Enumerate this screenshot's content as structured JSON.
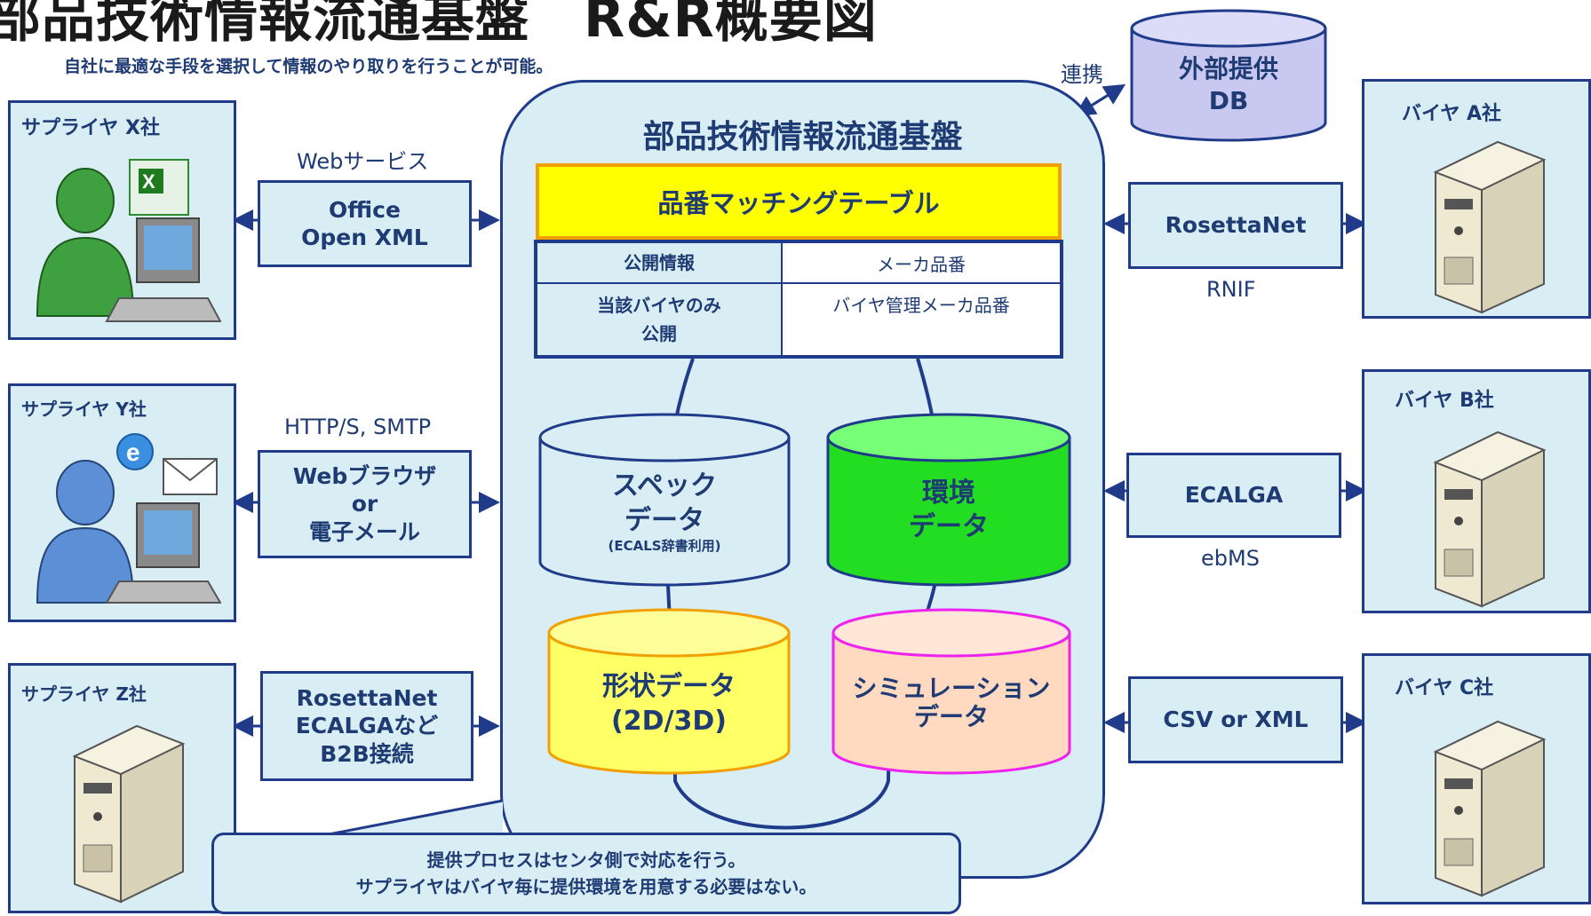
{
  "title": "部品技術情報流通基盤　R&R概要図",
  "subtitle": "自社に最適な手段を選択して情報のやり取りを行うことが可能。",
  "hub": {
    "title": "部品技術情報流通基盤",
    "matching_table": {
      "title": "品番マッチングテーブル",
      "rows": [
        {
          "left": [
            "公開情報"
          ],
          "right": "メーカ品番"
        },
        {
          "left": [
            "当該バイヤのみ",
            "公開"
          ],
          "right": "バイヤ管理メーカ品番"
        }
      ]
    },
    "databases": [
      {
        "id": "spec",
        "lines": [
          "スペック",
          "データ"
        ],
        "sub": "(ECALS辞書利用)",
        "fill": "#d9eef4",
        "stroke": "#1f3b8a"
      },
      {
        "id": "env",
        "lines": [
          "環境",
          "データ"
        ],
        "fill": "#22dd22",
        "stroke": "#1f3b8a"
      },
      {
        "id": "shape",
        "lines": [
          "形状データ",
          "(2D/3D)"
        ],
        "fill": "#ffff66",
        "stroke": "#f0a000"
      },
      {
        "id": "sim",
        "lines": [
          "シミュレーション",
          "データ"
        ],
        "fill": "#ffd9c0",
        "stroke": "#ee22ee"
      }
    ]
  },
  "external_db": {
    "lines": [
      "外部提供",
      "DB"
    ],
    "link_label": "連携",
    "fill": "#c8c8f0"
  },
  "suppliers": [
    {
      "name": "サプライヤ X社",
      "protocol": [
        "Office",
        "Open XML"
      ],
      "transport": "Webサービス",
      "icon": "user-excel-icon"
    },
    {
      "name": "サプライヤ Y社",
      "protocol": [
        "Webブラウザ",
        "or",
        "電子メール"
      ],
      "transport": "HTTP/S, SMTP",
      "icon": "user-browser-mail-icon"
    },
    {
      "name": "サプライヤ Z社",
      "protocol": [
        "RosettaNet",
        "ECALGAなど",
        "B2B接続"
      ],
      "transport": "",
      "icon": "server-icon"
    }
  ],
  "buyers": [
    {
      "name": "バイヤ A社",
      "protocol": [
        "RosettaNet"
      ],
      "transport": "RNIF",
      "icon": "server-icon"
    },
    {
      "name": "バイヤ B社",
      "protocol": [
        "ECALGA"
      ],
      "transport": "ebMS",
      "icon": "server-icon"
    },
    {
      "name": "バイヤ C社",
      "protocol": [
        "CSV or XML"
      ],
      "transport": "",
      "icon": "server-icon"
    }
  ],
  "callout": {
    "lines": [
      "提供プロセスはセンタ側で対応を行う。",
      "サプライヤはバイヤ毎に提供環境を用意する必要はない。"
    ]
  },
  "colors": {
    "frame": "#1f3b8a",
    "panel": "#d9eef4",
    "text": "#1f3b73",
    "highlight": "#ffff00"
  }
}
